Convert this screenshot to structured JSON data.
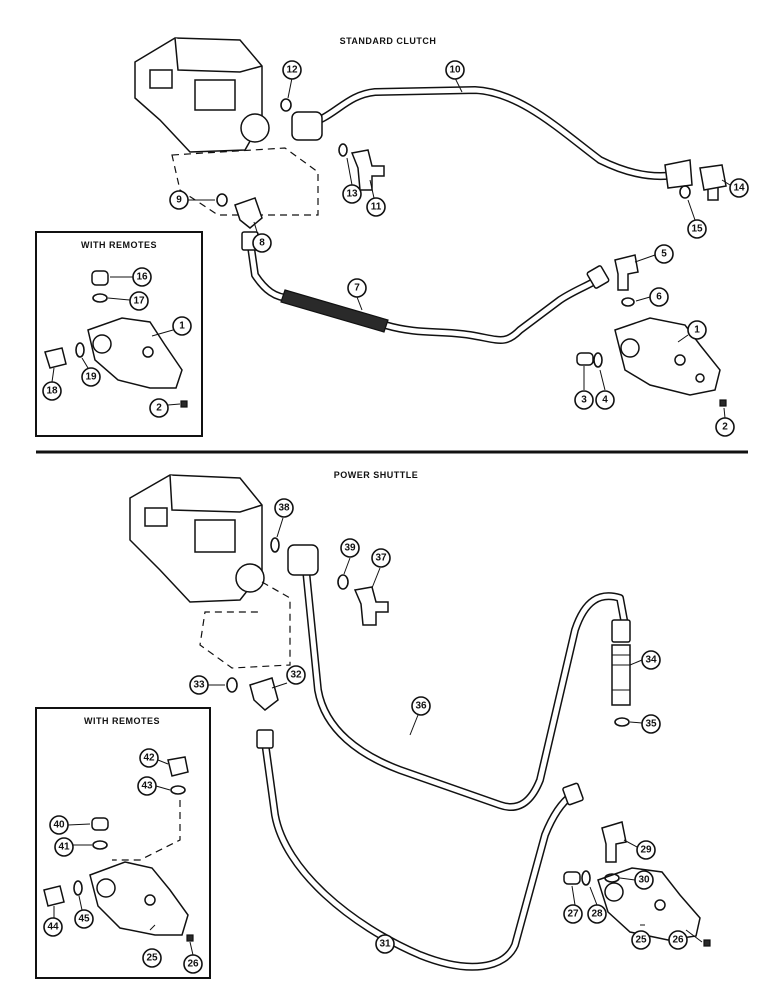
{
  "sections": {
    "standard_clutch_title": "STANDARD CLUTCH",
    "power_shuttle_title": "POWER SHUTTLE",
    "with_remotes_top": "WITH REMOTES",
    "with_remotes_bottom": "WITH REMOTES"
  },
  "callouts": {
    "c1a": "1",
    "c1b": "1",
    "c2a": "2",
    "c2b": "2",
    "c3": "3",
    "c4": "4",
    "c5": "5",
    "c6": "6",
    "c7": "7",
    "c8": "8",
    "c9": "9",
    "c10": "10",
    "c11": "11",
    "c12": "12",
    "c13": "13",
    "c14": "14",
    "c15": "15",
    "c16": "16",
    "c17": "17",
    "c18": "18",
    "c19": "19",
    "c25a": "25",
    "c25b": "25",
    "c26a": "26",
    "c26b": "26",
    "c27": "27",
    "c28": "28",
    "c29": "29",
    "c30": "30",
    "c31": "31",
    "c32": "32",
    "c33": "33",
    "c34": "34",
    "c35": "35",
    "c36": "36",
    "c37": "37",
    "c38": "38",
    "c39": "39",
    "c40": "40",
    "c41": "41",
    "c42": "42",
    "c43": "43",
    "c44": "44",
    "c45": "45"
  }
}
